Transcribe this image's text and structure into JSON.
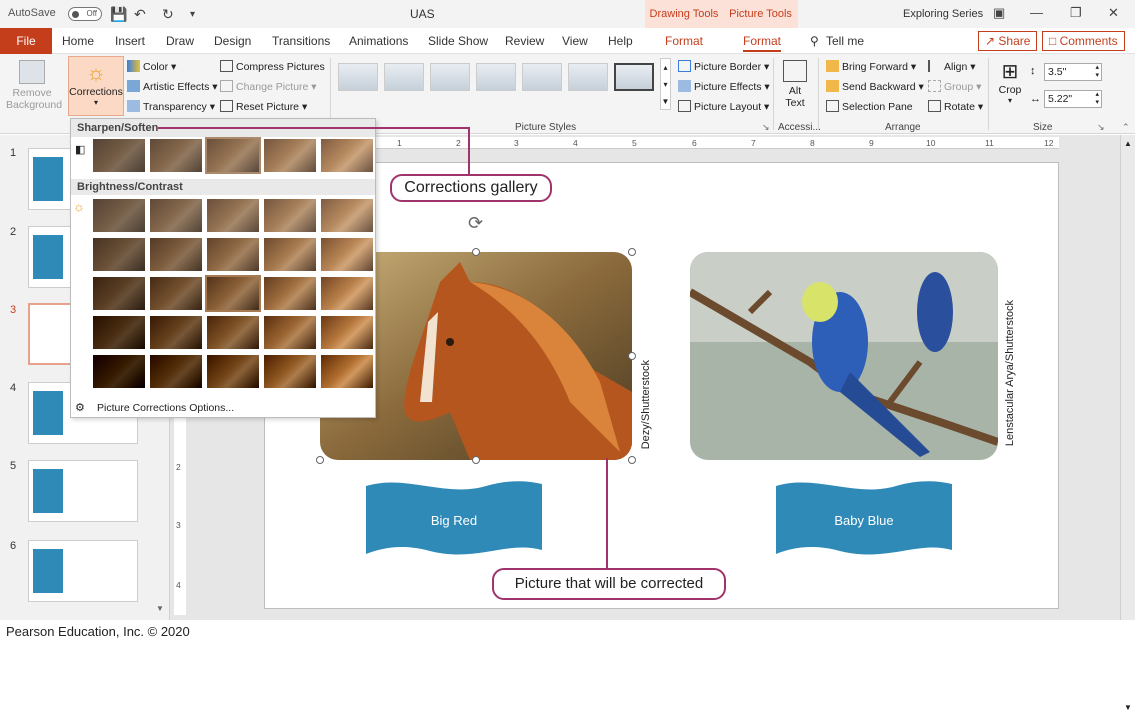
{
  "titlebar": {
    "autosave_label": "AutoSave",
    "autosave_state": "Off",
    "doc_title": "UAS",
    "context_tab_drawing": "Drawing Tools",
    "context_tab_picture": "Picture Tools",
    "account": "Exploring Series"
  },
  "menu": {
    "file": "File",
    "items": [
      "Home",
      "Insert",
      "Draw",
      "Design",
      "Transitions",
      "Animations",
      "Slide Show",
      "Review",
      "View",
      "Help"
    ],
    "format_drawing": "Format",
    "format_picture": "Format",
    "tell_me": "Tell me",
    "share": "Share",
    "comments": "Comments"
  },
  "ribbon": {
    "remove_background": "Remove Background",
    "corrections": "Corrections",
    "color": "Color",
    "artistic_effects": "Artistic Effects",
    "transparency": "Transparency",
    "compress_pictures": "Compress Pictures",
    "change_picture": "Change Picture",
    "reset_picture": "Reset Picture",
    "picture_border": "Picture Border",
    "picture_effects": "Picture Effects",
    "picture_layout": "Picture Layout",
    "picture_styles_label": "Picture Styles",
    "alt_text": "Alt Text",
    "accessibility_label": "Accessi...",
    "bring_forward": "Bring Forward",
    "send_backward": "Send Backward",
    "selection_pane": "Selection Pane",
    "align": "Align",
    "group": "Group",
    "rotate": "Rotate",
    "arrange_label": "Arrange",
    "crop": "Crop",
    "height": "3.5\"",
    "width": "5.22\"",
    "size_label": "Size"
  },
  "dropdown": {
    "sharpen_heading": "Sharpen/Soften",
    "brightness_heading": "Brightness/Contrast",
    "options_link": "Picture Corrections Options..."
  },
  "slides": {
    "numbers": [
      "1",
      "2",
      "3",
      "4",
      "5",
      "6"
    ],
    "active": "3"
  },
  "ruler": {
    "top": [
      "1",
      "2",
      "3",
      "4",
      "5",
      "6",
      "7",
      "8",
      "9",
      "10",
      "11",
      "12"
    ],
    "left": [
      "2",
      "3",
      "4"
    ]
  },
  "slide": {
    "left_banner": "Big Red",
    "right_banner": "Baby Blue",
    "credit_left": "Dezy/Shutterstock",
    "credit_right": "Lenstacular Arya/Shutterstock"
  },
  "callouts": {
    "gallery": "Corrections gallery",
    "picture": "Picture that will be corrected"
  },
  "footer": {
    "copyright": "Pearson Education, Inc. © 2020"
  },
  "colors": {
    "accent": "#c43e1c",
    "callout_border": "#a0336b",
    "banner": "#2f8ab8"
  }
}
